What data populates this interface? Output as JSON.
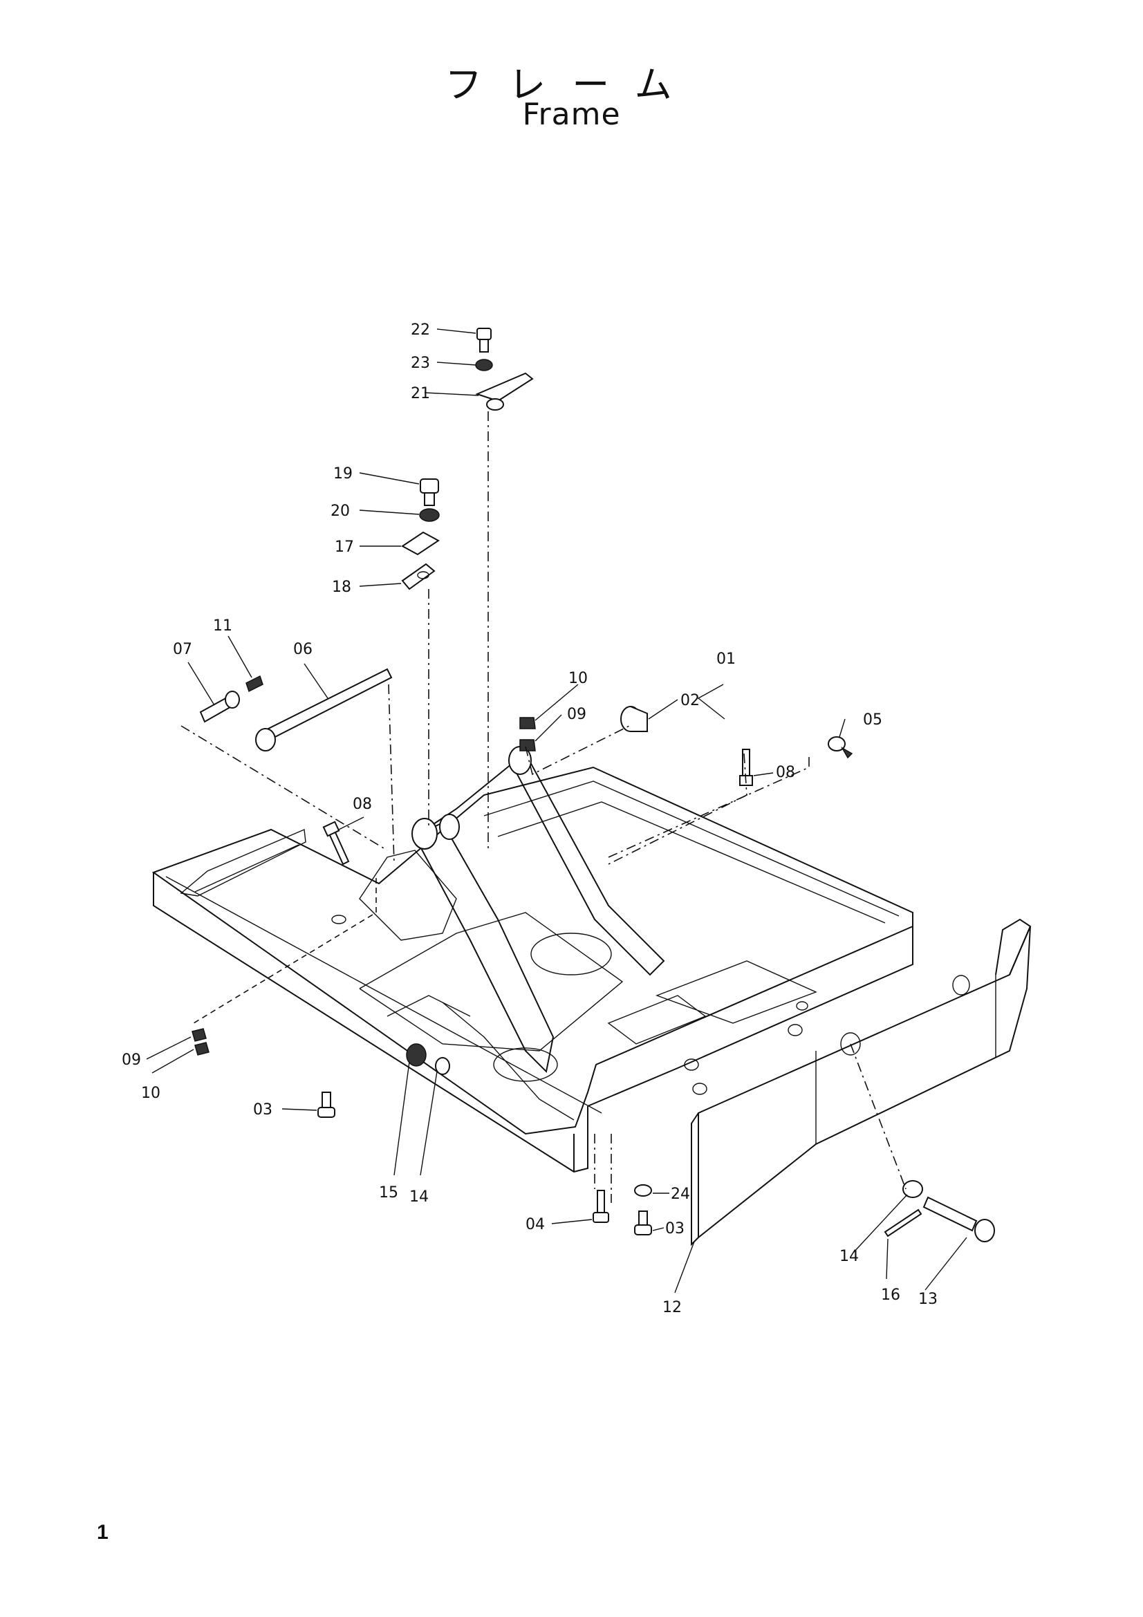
{
  "header": {
    "title_jp": "フレーム",
    "title_en": "Frame"
  },
  "page_number": "1",
  "callouts": [
    "22",
    "23",
    "21",
    "19",
    "20",
    "17",
    "18",
    "11",
    "07",
    "06",
    "01",
    "10",
    "02",
    "09",
    "05",
    "08",
    "08",
    "09",
    "10",
    "03",
    "15",
    "14",
    "24",
    "04",
    "03",
    "14",
    "16",
    "13",
    "12"
  ]
}
